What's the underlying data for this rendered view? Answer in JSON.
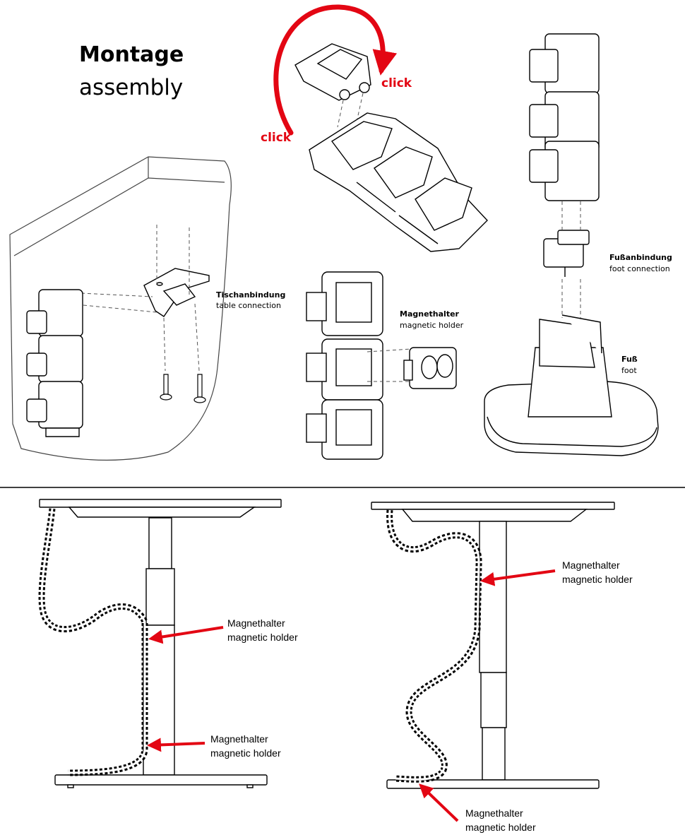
{
  "title": {
    "de": "Montage",
    "en": "assembly"
  },
  "click_labels": [
    "click",
    "click"
  ],
  "parts": {
    "table_connection": {
      "de": "Tischanbindung",
      "en": "table connection"
    },
    "magnetic_holder": {
      "de": "Magnethalter",
      "en": "magnetic holder"
    },
    "foot_connection": {
      "de": "Fußanbindung",
      "en": "foot connection"
    },
    "foot": {
      "de": "Fuß",
      "en": "foot"
    }
  },
  "callouts": [
    {
      "de": "Magnethalter",
      "en": "magnetic holder"
    },
    {
      "de": "Magnethalter",
      "en": "magnetic holder"
    },
    {
      "de": "Magnethalter",
      "en": "magnetic holder"
    },
    {
      "de": "Magnethalter",
      "en": "magnetic holder"
    }
  ],
  "colors": {
    "accent": "#e30613",
    "line": "#000000"
  }
}
